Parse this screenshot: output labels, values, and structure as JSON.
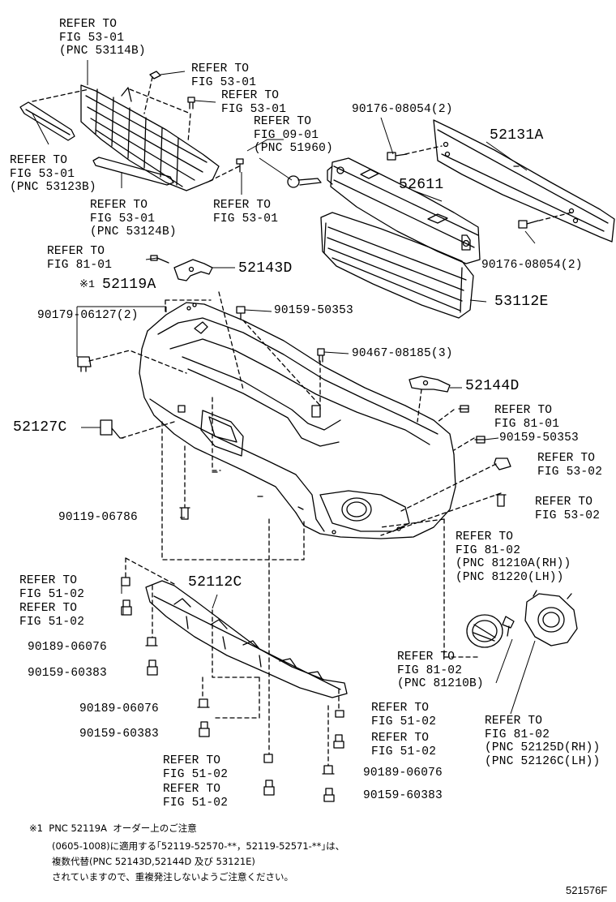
{
  "callouts": {
    "c1": [
      "REFER TO",
      "FIG 53-01",
      "(PNC 53114B)"
    ],
    "c2": [
      "REFER TO",
      "FIG 53-01"
    ],
    "c3": [
      "REFER TO",
      "FIG 53-01"
    ],
    "c4": [
      "REFER TO",
      "FIG 09-01",
      "(PNC 51960)"
    ],
    "c5": [
      "REFER TO",
      "FIG 53-01",
      "(PNC 53123B)"
    ],
    "c6": [
      "REFER TO",
      "FIG 53-01",
      "(PNC 53124B)"
    ],
    "c7": [
      "REFER TO",
      "FIG 53-01"
    ],
    "c8": [
      "REFER TO",
      "FIG 81-01"
    ],
    "c9": [
      "REFER TO",
      "FIG 81-01"
    ],
    "c10": [
      "REFER TO",
      "FIG 53-02"
    ],
    "c11": [
      "REFER TO",
      "FIG 53-02"
    ],
    "c12": [
      "REFER TO",
      "FIG 81-02",
      "(PNC 81210A(RH))",
      "(PNC 81220(LH))"
    ],
    "c13": [
      "REFER TO",
      "FIG 81-02",
      "(PNC 81210B)"
    ],
    "c14": [
      "REFER TO",
      "FIG 81-02",
      "(PNC 52125D(RH))",
      "(PNC 52126C(LH))"
    ],
    "c15": [
      "REFER TO",
      "FIG 51-02"
    ],
    "c16": [
      "REFER TO",
      "FIG 51-02"
    ],
    "c17": [
      "REFER TO",
      "FIG 51-02"
    ],
    "c18": [
      "REFER TO",
      "FIG 51-02"
    ],
    "c19": [
      "REFER TO",
      "FIG 51-02"
    ],
    "c20": [
      "REFER TO",
      "FIG 51-02"
    ]
  },
  "parts": {
    "p90176a": "90176-08054(2)",
    "p52131a": "52131A",
    "p52611": "52611",
    "p90176b": "90176-08054(2)",
    "p53112e": "53112E",
    "p52143d": "52143D",
    "p52119a": "52119A",
    "p52119a_mark": "※1",
    "p90179": "90179-06127(2)",
    "p90159a": "90159-50353",
    "p90467": "90467-08185(3)",
    "p52144d": "52144D",
    "p90159b": "90159-50353",
    "p52127c": "52127C",
    "p90119": "90119-06786",
    "p52112c": "52112C",
    "p90189a": "90189-06076",
    "p90159c": "90159-60383",
    "p90189b": "90189-06076",
    "p90159d": "90159-60383",
    "p90189c": "90189-06076",
    "p90159e": "90159-60383"
  },
  "footnote": {
    "line1": "※1  PNC 52119A  オーダー上のご注意",
    "line2": "(0605-1008)に適用する｢52119-52570-**，52119-52571-**｣は、",
    "line3": "複数代替(PNC 52143D,52144D 及び 53121E)",
    "line4": "されていますので、重複発注しないようご注意ください。"
  },
  "figure_code": "521576F"
}
